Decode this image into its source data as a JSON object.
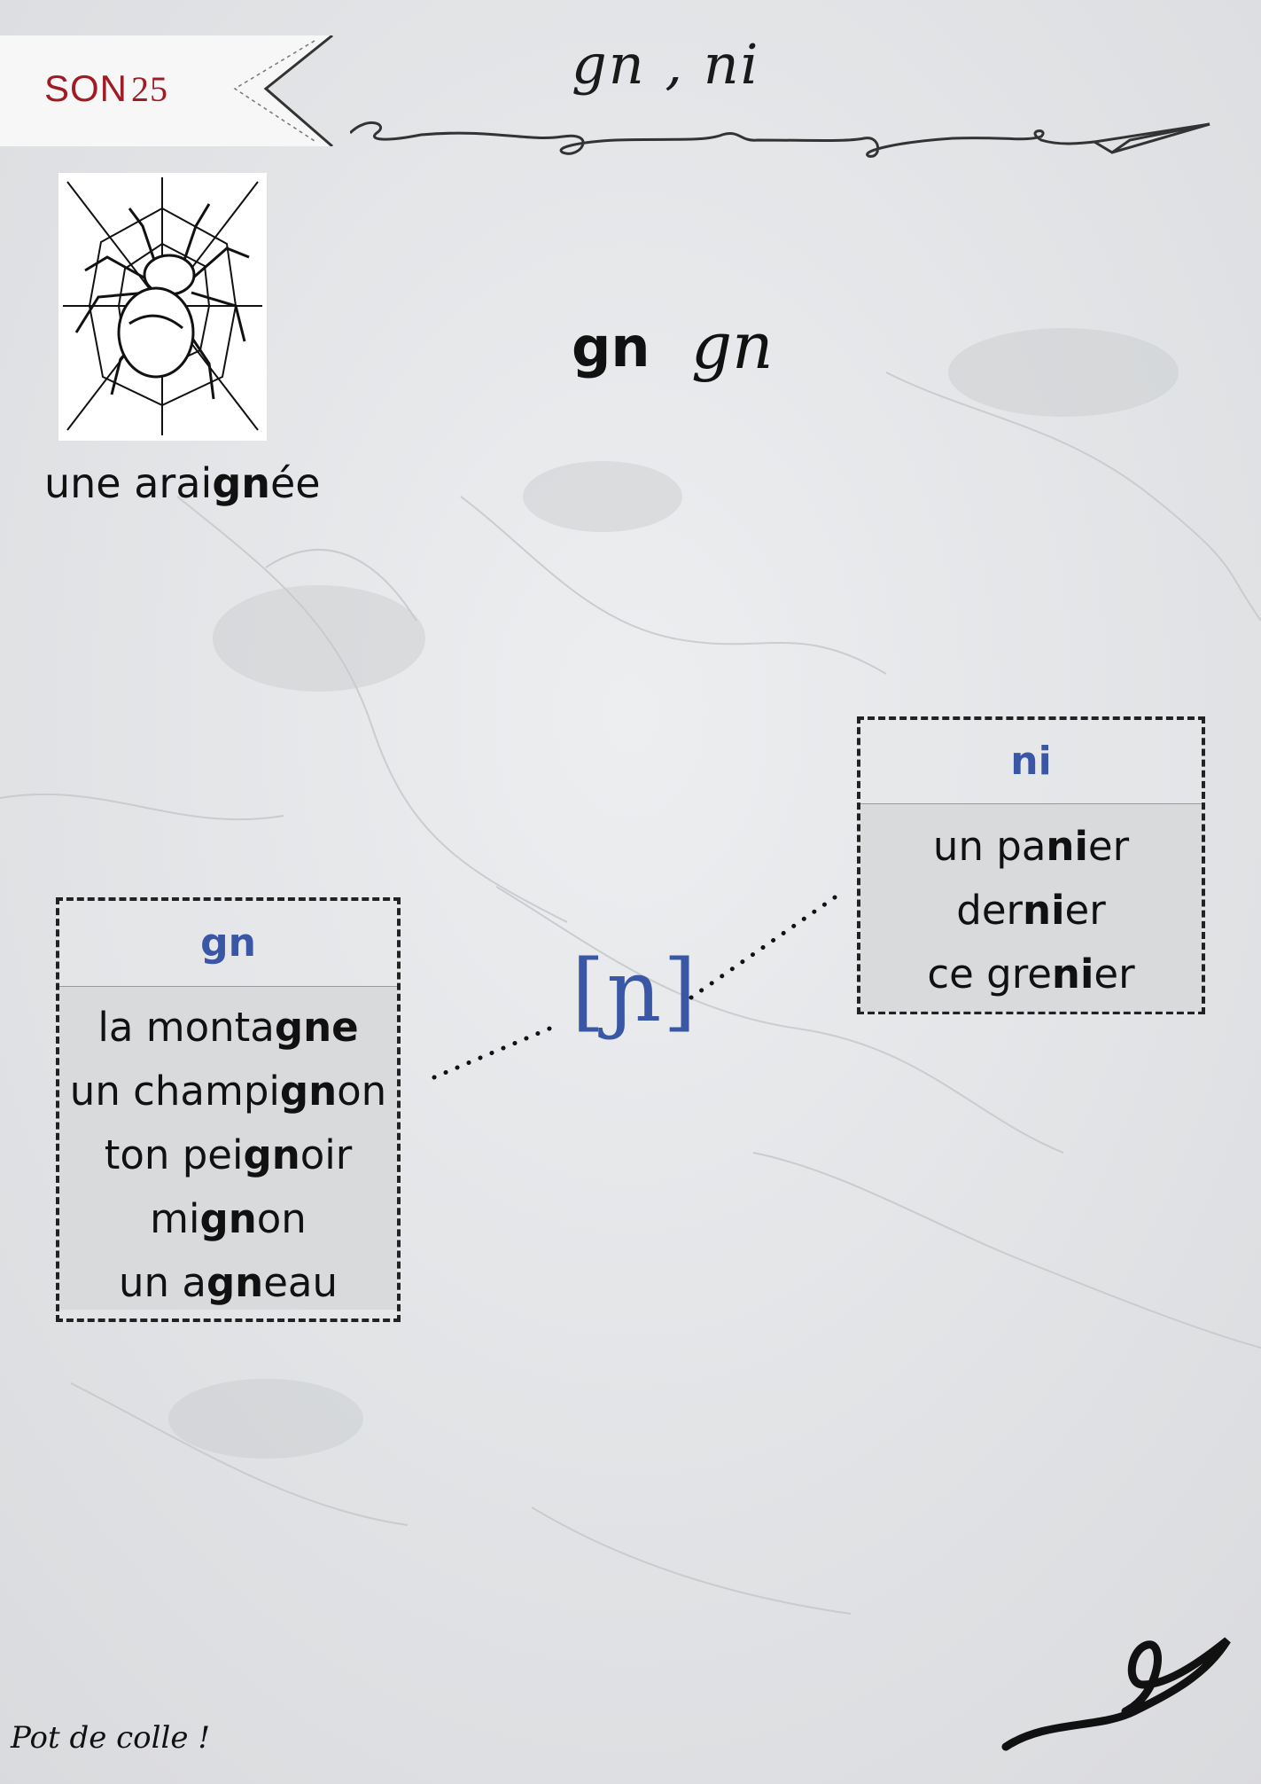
{
  "header": {
    "son_word": "SON",
    "son_number": "25",
    "title": "gn , ni"
  },
  "illustration": {
    "icon": "spider-on-web",
    "caption_before": "une arai",
    "caption_bold": "gn",
    "caption_after": "ée"
  },
  "graphemes": {
    "print": "gn",
    "cursive": "gn"
  },
  "phoneme": "[ɲ]",
  "box_gn": {
    "heading": "gn",
    "words": [
      {
        "before": "la monta",
        "bold": "gne",
        "after": ""
      },
      {
        "before": "un champi",
        "bold": "gn",
        "after": "on"
      },
      {
        "before": "ton pei",
        "bold": "gn",
        "after": "oir"
      },
      {
        "before": "mi",
        "bold": "gn",
        "after": "on"
      },
      {
        "before": "un a",
        "bold": "gn",
        "after": "eau"
      }
    ]
  },
  "box_ni": {
    "heading": "ni",
    "words": [
      {
        "before": "un pa",
        "bold": "ni",
        "after": "er"
      },
      {
        "before": "der",
        "bold": "ni",
        "after": "er"
      },
      {
        "before": "ce gre",
        "bold": "ni",
        "after": "er"
      }
    ]
  },
  "footer": "Pot de colle !",
  "colors": {
    "accent_red": "#a01c24",
    "accent_blue": "#3a57a6",
    "background": "#e4e5e7"
  }
}
